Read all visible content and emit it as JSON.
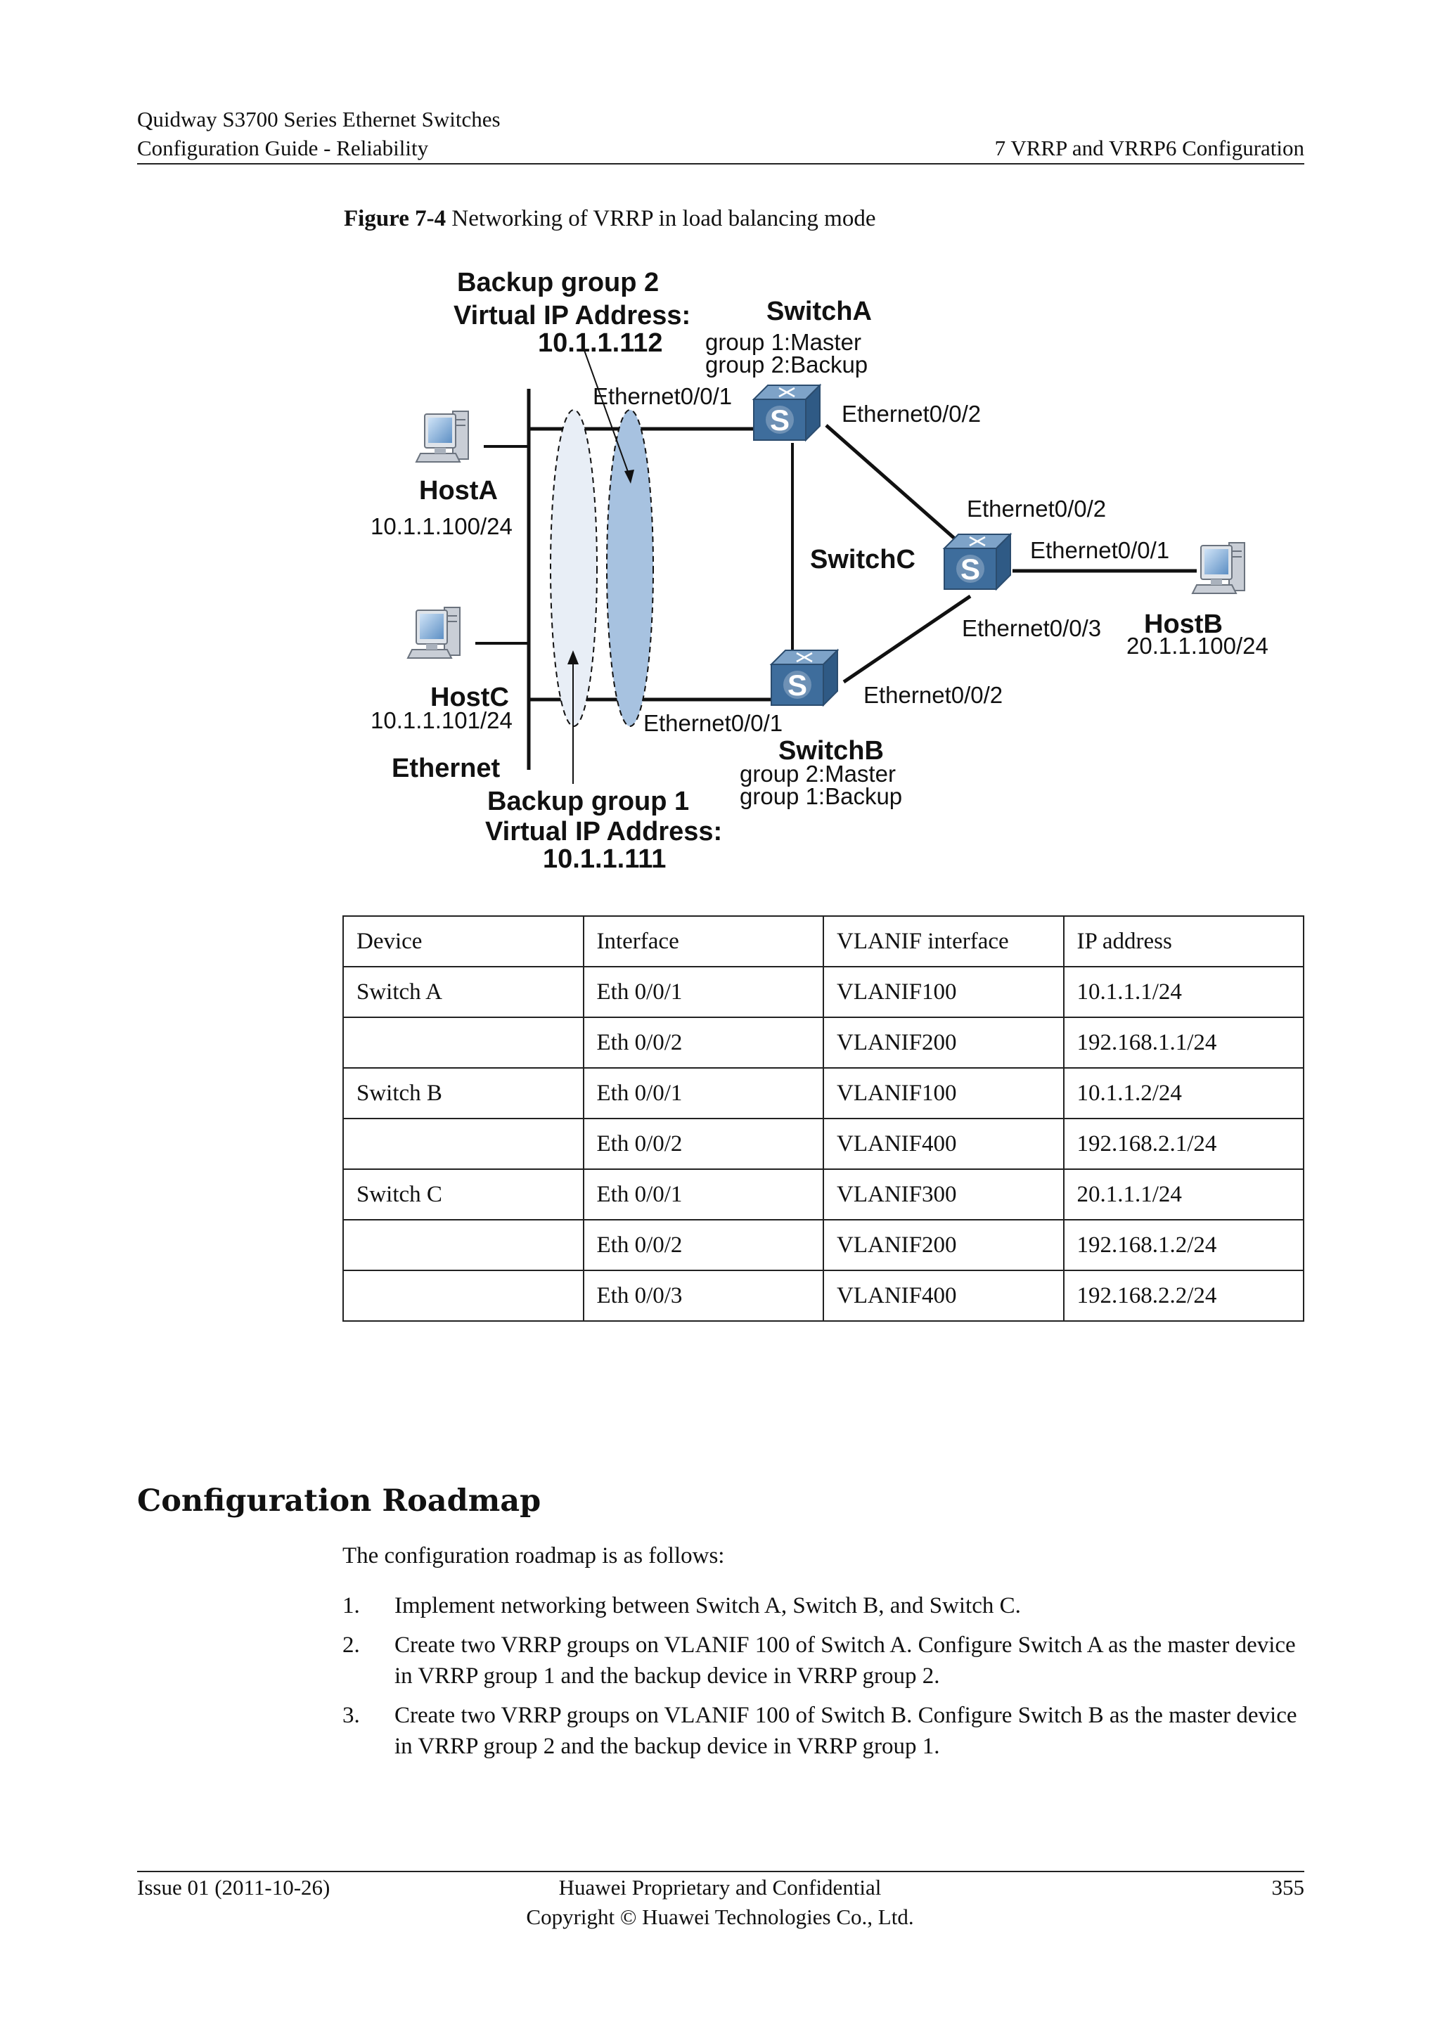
{
  "header": {
    "line1": "Quidway S3700 Series Ethernet Switches",
    "line2_left": "Configuration Guide - Reliability",
    "line2_right": "7 VRRP and VRRP6 Configuration"
  },
  "figure": {
    "number": "Figure 7-4",
    "title": "Networking of VRRP in load balancing mode",
    "diagram": {
      "backup_group2": {
        "title": "Backup group 2",
        "vip_label": "Virtual IP Address:",
        "vip": "10.1.1.112"
      },
      "backup_group1": {
        "title": "Backup group 1",
        "vip_label": "Virtual IP Address:",
        "vip": "10.1.1.111"
      },
      "switchA": {
        "name": "SwitchA",
        "role1": "group 1:Master",
        "role2": "group 2:Backup",
        "port_left": "Ethernet0/0/1",
        "port_right": "Ethernet0/0/2"
      },
      "switchB": {
        "name": "SwitchB",
        "role1": "group 2:Master",
        "role2": "group 1:Backup",
        "port_left": "Ethernet0/0/1",
        "port_right": "Ethernet0/0/2"
      },
      "switchC": {
        "name": "SwitchC",
        "port_top": "Ethernet0/0/2",
        "port_right": "Ethernet0/0/1",
        "port_bottom": "Ethernet0/0/3"
      },
      "hostA": {
        "name": "HostA",
        "ip": "10.1.1.100/24"
      },
      "hostB": {
        "name": "HostB",
        "ip": "20.1.1.100/24"
      },
      "hostC": {
        "name": "HostC",
        "ip": "10.1.1.101/24"
      },
      "ethernet_label": "Ethernet",
      "switch_glyph": "S",
      "icons": [
        "workstation-icon",
        "switch-icon"
      ],
      "colors": {
        "switch_front": "#3e6d9c",
        "switch_top": "#7ea3c8",
        "ellipse_blue": "#a7c2e0",
        "ellipse_light": "#e8eef6"
      }
    }
  },
  "table": {
    "headers": [
      "Device",
      "Interface",
      "VLANIF interface",
      "IP address"
    ],
    "rows": [
      [
        "Switch A",
        "Eth 0/0/1",
        "VLANIF100",
        "10.1.1.1/24"
      ],
      [
        "",
        "Eth 0/0/2",
        "VLANIF200",
        "192.168.1.1/24"
      ],
      [
        "Switch B",
        "Eth 0/0/1",
        "VLANIF100",
        "10.1.1.2/24"
      ],
      [
        "",
        "Eth 0/0/2",
        "VLANIF400",
        "192.168.2.1/24"
      ],
      [
        "Switch C",
        "Eth 0/0/1",
        "VLANIF300",
        "20.1.1.1/24"
      ],
      [
        "",
        "Eth 0/0/2",
        "VLANIF200",
        "192.168.1.2/24"
      ],
      [
        "",
        "Eth 0/0/3",
        "VLANIF400",
        "192.168.2.2/24"
      ]
    ]
  },
  "section": {
    "title": "Configuration Roadmap",
    "intro": "The configuration roadmap is as follows:",
    "steps": [
      {
        "num": "1.",
        "text": "Implement networking between Switch A, Switch B, and Switch C."
      },
      {
        "num": "2.",
        "text": "Create two VRRP groups on VLANIF 100 of Switch A. Configure Switch A as the master device in VRRP group 1 and the backup device in VRRP group 2."
      },
      {
        "num": "3.",
        "text": "Create two VRRP groups on VLANIF 100 of Switch B. Configure Switch B as the master device in VRRP group 2 and the backup device in VRRP group 1."
      }
    ]
  },
  "footer": {
    "issue": "Issue 01 (2011-10-26)",
    "center1": "Huawei Proprietary and Confidential",
    "center2": "Copyright © Huawei Technologies Co., Ltd.",
    "page": "355"
  }
}
